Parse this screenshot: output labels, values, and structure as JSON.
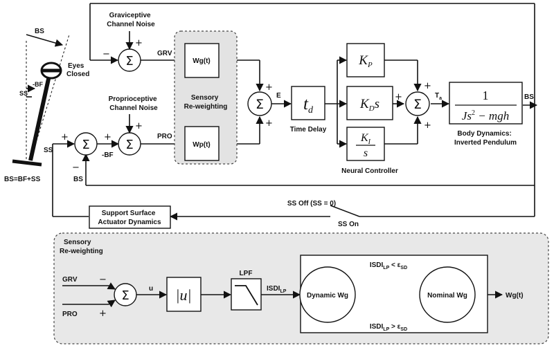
{
  "figure": {
    "pendulum": {
      "bs": "BS",
      "ss": "SS",
      "bf": "-BF",
      "eyes_closed": "Eyes\nClosed",
      "equation": "BS=BF+SS"
    },
    "grav_noise": "Graviceptive\nChannel Noise",
    "prop_noise": "Proprioceptive\nChannel Noise",
    "signals": {
      "grv": "GRV",
      "pro": "PRO",
      "e": "E",
      "ss_in": "SS",
      "minus_bf": "-BF",
      "bs_fb": "BS",
      "bs_out": "BS",
      "ta": "T",
      "ta_sub": "a"
    },
    "sensory_reweighting_top": "Sensory\nRe-weighting",
    "wg": "Wg(t)",
    "wp": "Wp(t)",
    "sigma": "Σ",
    "plus": "+",
    "minus": "−",
    "td_base": "t",
    "td_sub": "d",
    "time_delay": "Time Delay",
    "kp_base": "K",
    "kp_sub": "P",
    "kd_base": "K",
    "kd_sub": "D",
    "kd_s": "s",
    "ki_base": "K",
    "ki_sub": "I",
    "ki_den": "s",
    "neural_controller": "Neural Controller",
    "body_tf_num": "1",
    "body_tf_den_js": "Js",
    "body_tf_den_exp": "2",
    "body_tf_den_rest": " − mgh",
    "body_dynamics": "Body Dynamics:\nInverted Pendulum",
    "actuator": "Support Surface\nActuator Dynamics",
    "ss_off": "SS Off (SS = 0)",
    "ss_on": "SS On",
    "bottom": {
      "title": "Sensory\nRe-weighting",
      "grv": "GRV",
      "pro": "PRO",
      "u": "u",
      "abs_u": "|u|",
      "lpf": "LPF",
      "sd_main": "ISDI",
      "sd_sub": "LP",
      "dynamic_wg": "Dynamic Wg",
      "nominal_wg": "Nominal Wg",
      "cond_lt_main": "ISDI",
      "cond_lt_sub": "LP",
      "cond_lt_op": " < ε",
      "cond_lt_sub2": "SD",
      "cond_gt_main": "ISDI",
      "cond_gt_sub": "LP",
      "cond_gt_op": " > ε",
      "cond_gt_sub2": "SD",
      "output": "Wg(t)"
    }
  }
}
